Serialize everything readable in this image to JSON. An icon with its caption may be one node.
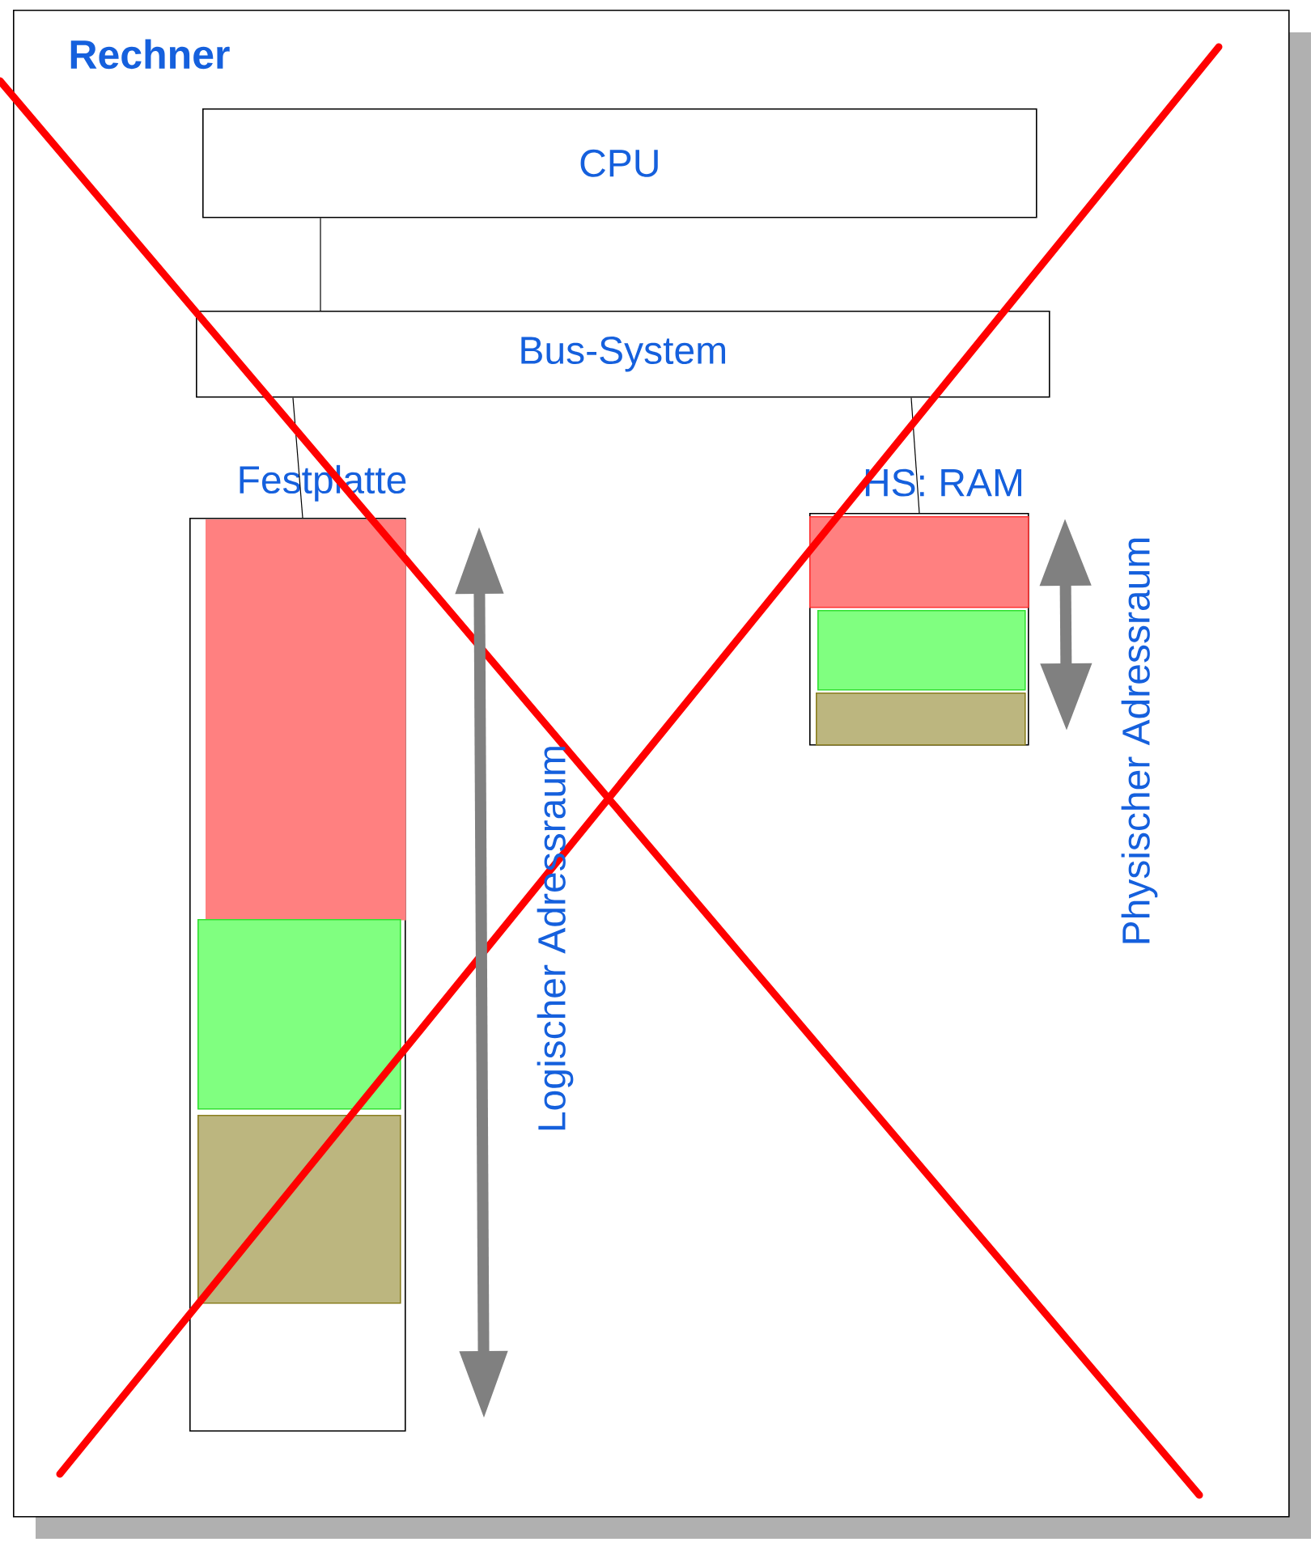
{
  "diagram": {
    "nodes": [
      {
        "text": [
          "Rechner"
        ]
      },
      {
        "text": [
          "CPU"
        ],
        "in": 0
      },
      {
        "text": [
          "Bus-System"
        ],
        "in": 0
      },
      {
        "text": [
          "Festplatte"
        ],
        "in": 0
      },
      {
        "text": [],
        "shape": "box",
        "in": 3
      },
      {
        "text": [],
        "shape": "box",
        "in": 3
      },
      {
        "text": [],
        "shape": "box",
        "in": 3
      },
      {
        "text": [
          "HS: RAM"
        ],
        "in": 0
      },
      {
        "text": [],
        "shape": "box",
        "in": 7
      },
      {
        "text": [],
        "shape": "box",
        "in": 7
      },
      {
        "text": [],
        "shape": "box",
        "in": 7
      }
    ],
    "edges": [
      {
        "from": 1,
        "to": 2,
        "arrow": "none"
      },
      {
        "from": 2,
        "to": 3,
        "arrow": "none"
      },
      {
        "from": 2,
        "to": 7,
        "arrow": "none"
      }
    ],
    "labels": [
      "Logischer Adressraum",
      "Physischer Adressraum"
    ]
  }
}
